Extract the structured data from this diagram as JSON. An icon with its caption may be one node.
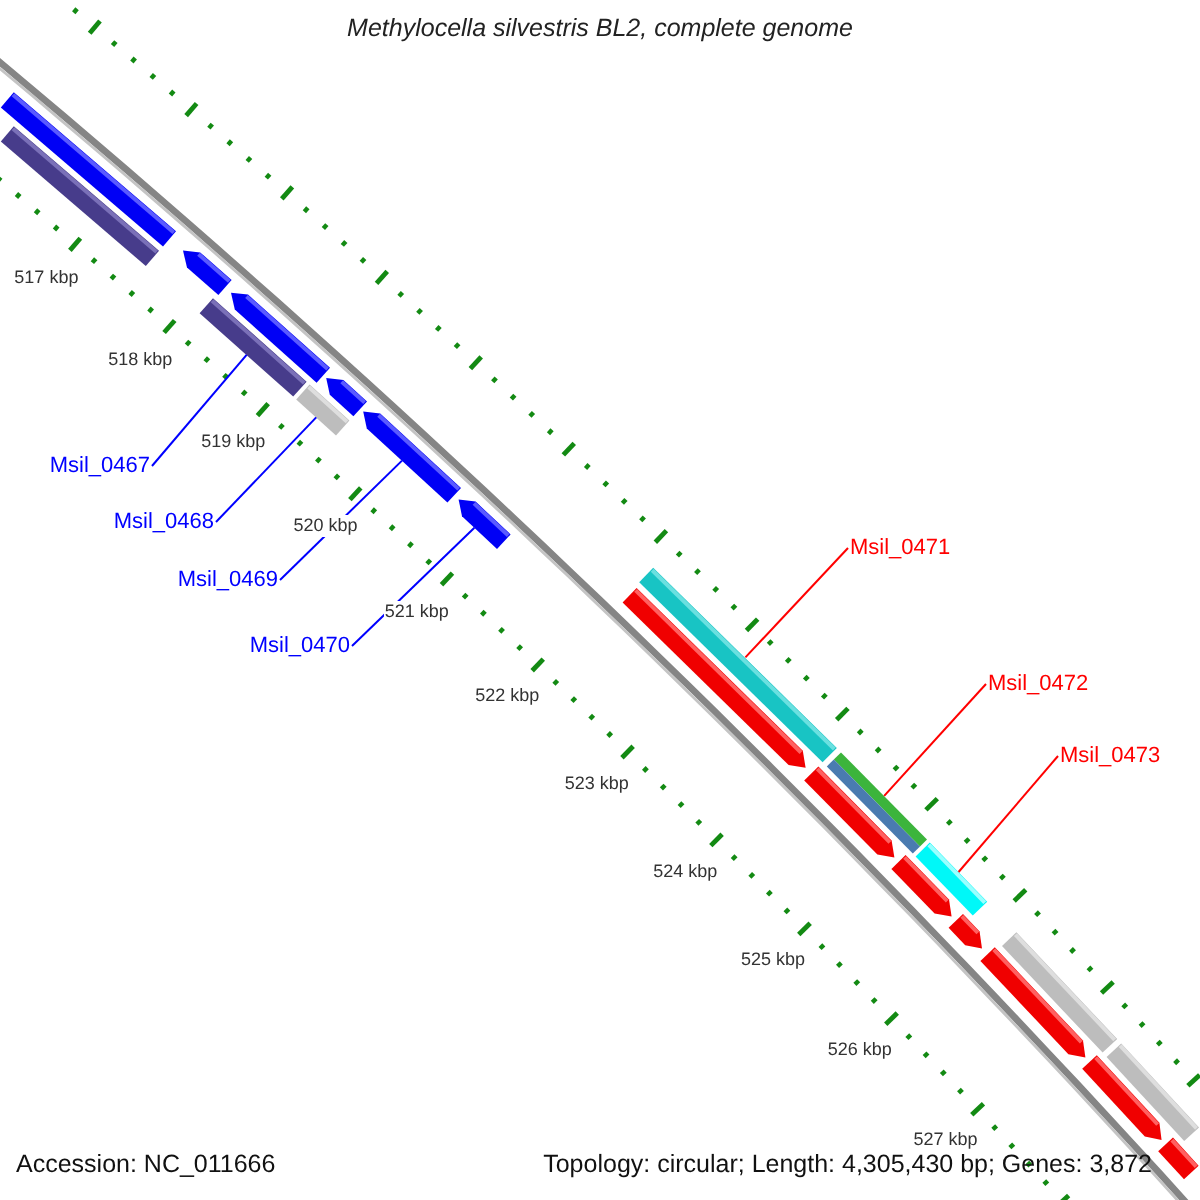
{
  "diagram": {
    "title": "Methylocella silvestris BL2, complete genome",
    "nodes": [
      {
        "text": [
          "Msil_0467"
        ]
      },
      {
        "text": [
          "Msil_0468"
        ]
      },
      {
        "text": [
          "Msil_0469"
        ]
      },
      {
        "text": [
          "Msil_0470"
        ]
      },
      {
        "text": [
          "Msil_0471"
        ]
      },
      {
        "text": [
          "Msil_0472"
        ]
      },
      {
        "text": [
          "Msil_0473"
        ]
      },
      {
        "text": [],
        "shape": "arrow"
      },
      {
        "text": [],
        "shape": "bar"
      },
      {
        "text": [],
        "shape": "arrow"
      },
      {
        "text": [],
        "shape": "bar"
      },
      {
        "text": [],
        "shape": "arrow"
      },
      {
        "text": [],
        "shape": "bar"
      },
      {
        "text": [],
        "shape": "arrow"
      },
      {
        "text": [],
        "shape": "arrow"
      },
      {
        "text": [],
        "shape": "arrow"
      },
      {
        "text": [],
        "shape": "bar"
      },
      {
        "text": [],
        "shape": "arrow"
      },
      {
        "text": [],
        "shape": "arrow"
      },
      {
        "text": [],
        "shape": "bar"
      },
      {
        "text": [],
        "shape": "bar"
      },
      {
        "text": [],
        "shape": "arrow"
      },
      {
        "text": [],
        "shape": "bar"
      },
      {
        "text": [],
        "shape": "arrow"
      },
      {
        "text": [],
        "shape": "arrow"
      },
      {
        "text": [],
        "shape": "bar"
      },
      {
        "text": [],
        "shape": "arrow"
      },
      {
        "text": [],
        "shape": "bar"
      },
      {
        "text": [],
        "shape": "arrow"
      }
    ],
    "edges": [
      {
        "from": 0,
        "to": 10,
        "arrow": "none"
      },
      {
        "from": 1,
        "to": 12,
        "arrow": "none"
      },
      {
        "from": 2,
        "to": 14,
        "arrow": "none"
      },
      {
        "from": 3,
        "to": 15,
        "arrow": "none"
      },
      {
        "from": 4,
        "to": 16,
        "arrow": "none",
        "color": "#ff0000"
      },
      {
        "from": 5,
        "to": 19,
        "arrow": "none",
        "color": "#ff0000"
      },
      {
        "from": 6,
        "to": 22,
        "arrow": "none",
        "color": "#ff0000"
      }
    ],
    "labels": [
      "517 kbp",
      "518 kbp",
      "519 kbp",
      "520 kbp",
      "521 kbp",
      "522 kbp",
      "523 kbp",
      "524 kbp",
      "525 kbp",
      "526 kbp",
      "527 kbp",
      "Accession: NC_011666",
      "Topology: circular; Length: 4,305,430 bp; Genes: 3,872"
    ]
  }
}
